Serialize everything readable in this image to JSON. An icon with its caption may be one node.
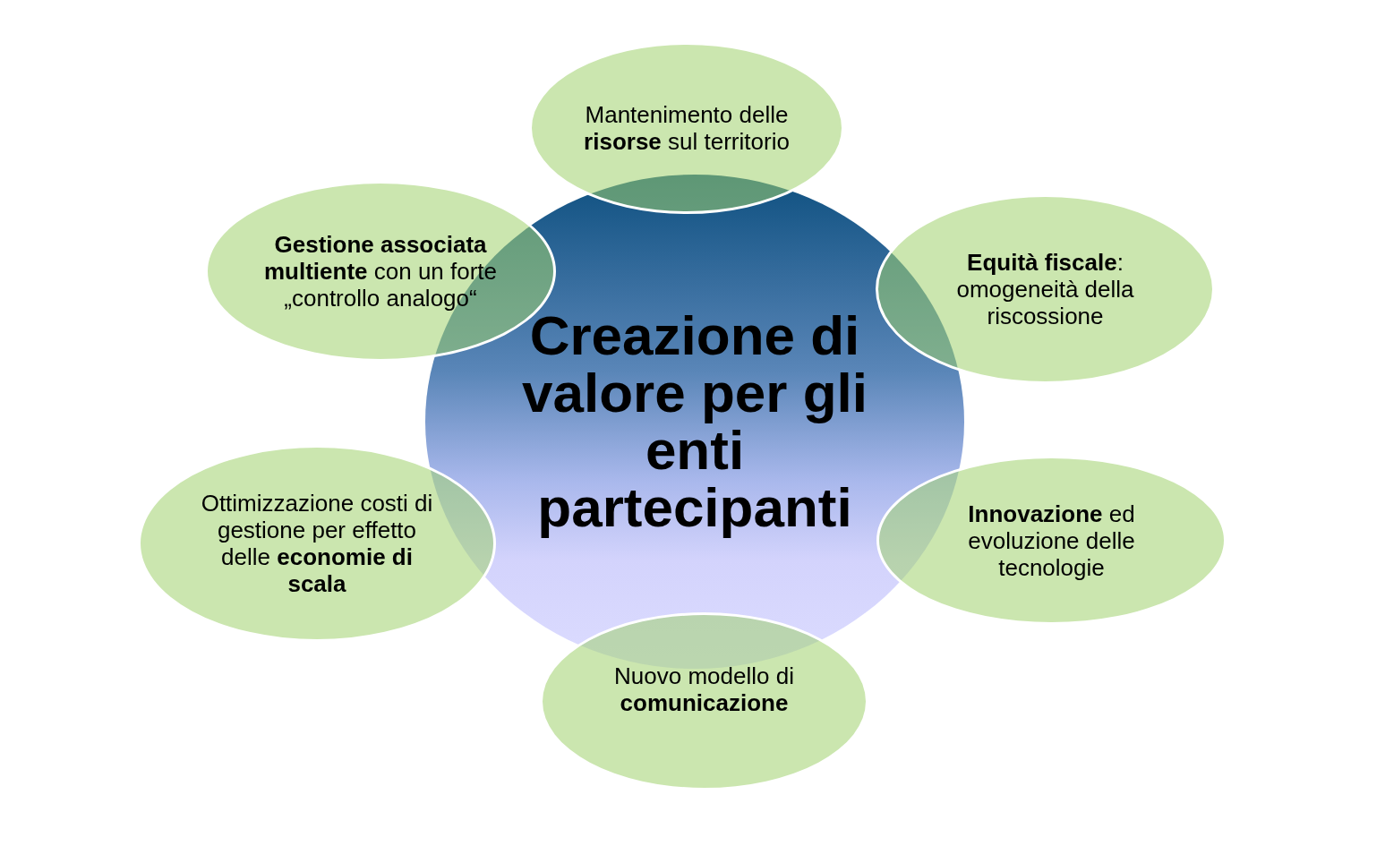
{
  "diagram": {
    "nodes": [
      {
        "text": [
          "Creazione di valore per gli enti partecipanti"
        ]
      },
      {
        "text": [
          "Mantenimento delle **risorse** sul territorio"
        ]
      },
      {
        "text": [
          "**Gestione associata multiente** con un forte „controllo analogo“"
        ]
      },
      {
        "text": [
          "**Equità fiscale**: omogeneità della riscossione"
        ]
      },
      {
        "text": [
          "Ottimizzazione costi di gestione per effetto delle **economie di scala**"
        ]
      },
      {
        "text": [
          "**Innovazione** ed evoluzione delle tecnologie"
        ]
      },
      {
        "text": [
          "Nuovo modello di **comunicazione**"
        ]
      }
    ]
  }
}
